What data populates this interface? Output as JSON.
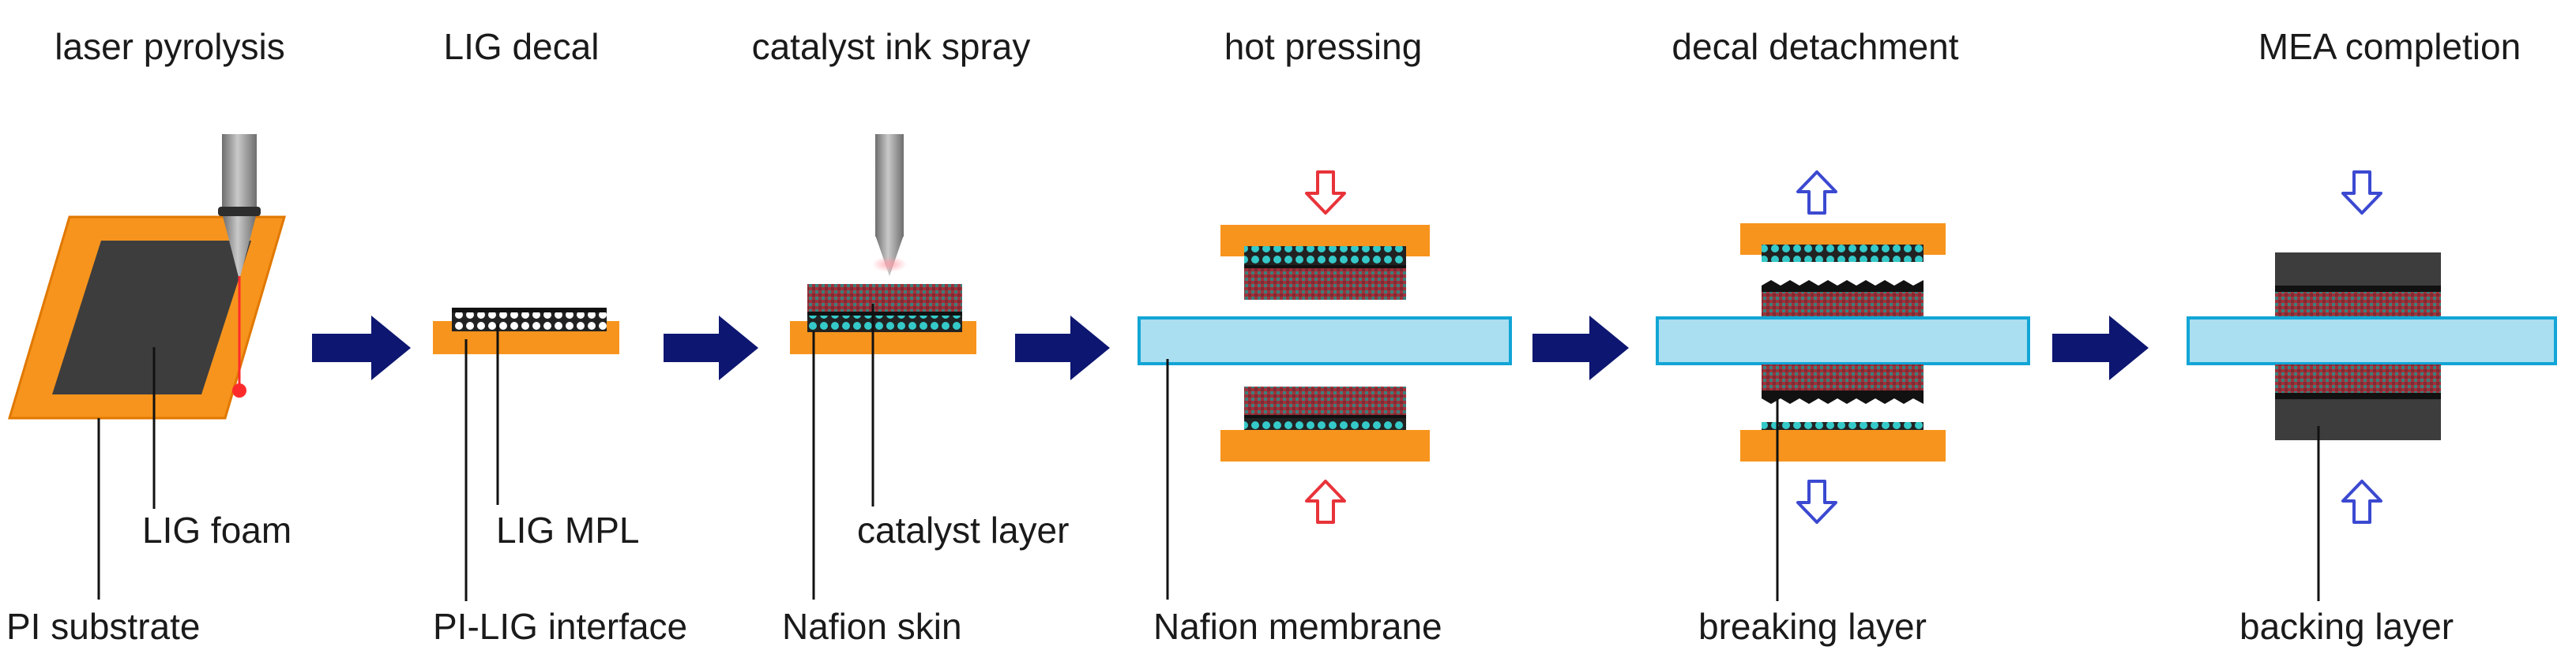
{
  "steps": [
    {
      "title": "laser pyrolysis"
    },
    {
      "title": "LIG decal"
    },
    {
      "title": "catalyst ink spray"
    },
    {
      "title": "hot pressing"
    },
    {
      "title": "decal detachment"
    },
    {
      "title": "MEA completion"
    }
  ],
  "labels": {
    "lig_foam": "LIG foam",
    "pi_substrate": "PI substrate",
    "lig_mpl": "LIG MPL",
    "pi_lig_interface": "PI-LIG interface",
    "catalyst_layer": "catalyst layer",
    "nafion_skin": "Nafion skin",
    "nafion_membrane": "Nafion membrane",
    "breaking_layer": "breaking layer",
    "backing_layer": "backing layer"
  },
  "colors": {
    "pi_orange": "#F7941D",
    "pi_edge": "#E07800",
    "lig_dark": "#3d3d3d",
    "membrane_fill": "#a9dff0",
    "membrane_stroke": "#12a5d6",
    "catalyst_red": "#a0323a",
    "catalyst_teal": "#2a8c8a",
    "arrow_navy": "#0d1670",
    "press_red": "#e8333a",
    "press_blue": "#3b49d1",
    "laser_gray": "#8a8a8a",
    "laser_dot": "#ff2b2b"
  },
  "icons": {
    "process_arrow": "right-arrow-icon",
    "press_down": "down-arrow-outline-icon",
    "press_up": "up-arrow-outline-icon",
    "laser_head": "laser-nozzle-icon",
    "spray_nozzle": "spray-nozzle-icon"
  }
}
